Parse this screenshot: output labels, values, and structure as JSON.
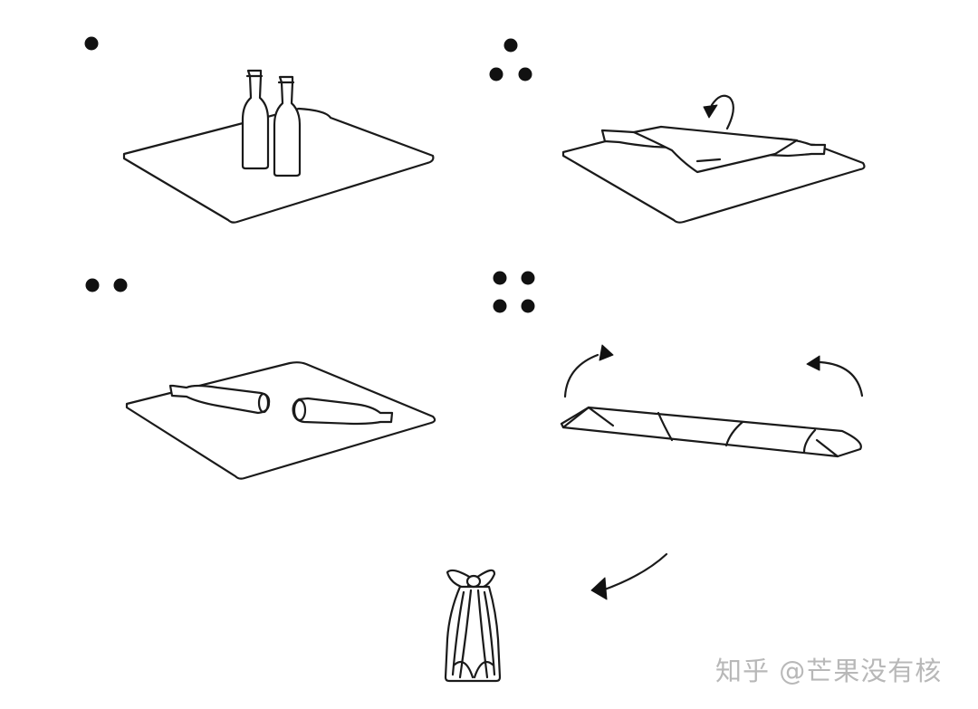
{
  "watermark": "知乎 @芒果没有核",
  "steps": [
    {
      "step": 1,
      "description_dots": 1
    },
    {
      "step": 2,
      "description_dots": 2
    },
    {
      "step": 3,
      "description_dots": 3
    },
    {
      "step": 4,
      "description_dots": 4
    },
    {
      "step": 5,
      "description_dots": 0
    }
  ],
  "colors": {
    "ink": "#1a1a1a",
    "background": "#ffffff",
    "watermark": "#b8b8b8"
  }
}
